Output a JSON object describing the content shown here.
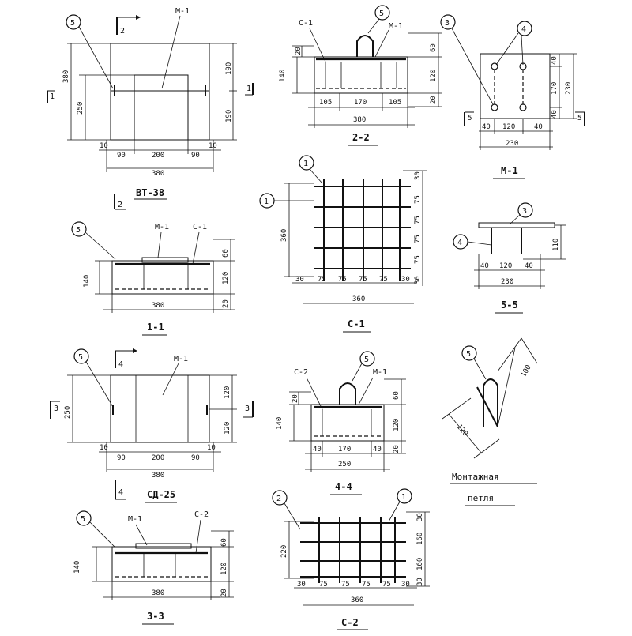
{
  "views": {
    "top_left": {
      "title": "ВТ-38",
      "mark": "М-1",
      "callout": "5",
      "cut_1": "1",
      "cut_2": "2",
      "dim_total": "380",
      "dim_left": "250",
      "dim_right_a": "190",
      "dim_right_b": "190",
      "dim_sub_a": "10",
      "dim_sub_b": "90",
      "dim_sub_c": "200",
      "dim_sub_d": "90",
      "dim_sub_e": "10",
      "dim_bottom": "380"
    },
    "section_2_2": {
      "title": "2-2",
      "mark_c": "С-1",
      "mark_m": "М-1",
      "callout": "5",
      "dim_left_a": "20",
      "dim_left_b": "140",
      "dim_r1": "60",
      "dim_r2": "120",
      "dim_r3": "20",
      "dim_b1": "105",
      "dim_b2": "170",
      "dim_b3": "105",
      "dim_total": "380"
    },
    "detail_m1": {
      "title": "М-1",
      "callout_a": "3",
      "callout_b": "4",
      "cut": "5",
      "dim_r1": "40",
      "dim_r2": "170",
      "dim_r3": "40",
      "dim_total": "230",
      "dim_b1": "40",
      "dim_b2": "120",
      "dim_b3": "40",
      "dim_b_total": "230"
    },
    "section_1_1": {
      "title": "1-1",
      "mark_m": "М-1",
      "mark_c": "С-1",
      "callout": "5",
      "dim_left": "140",
      "dim_r1": "60",
      "dim_r2": "120",
      "dim_r3": "20",
      "dim_total": "380"
    },
    "mesh_c1": {
      "title": "С-1",
      "callout_top": "1",
      "callout_left": "1",
      "dim_left": "360",
      "dim_r1": "30",
      "dim_r2": "75",
      "dim_r3": "75",
      "dim_r4": "75",
      "dim_r5": "75",
      "dim_r6": "30",
      "dim_b1": "30",
      "dim_b2": "75",
      "dim_b3": "75",
      "dim_b4": "75",
      "dim_b5": "75",
      "dim_b6": "30",
      "dim_total": "360"
    },
    "section_5_5": {
      "title": "5-5",
      "callout_a": "3",
      "callout_b": "4",
      "dim_right": "110",
      "dim_b1": "40",
      "dim_b2": "120",
      "dim_b3": "40",
      "dim_total": "230"
    },
    "bottom_left": {
      "title": "СД-25",
      "mark": "М-1",
      "callout": "5",
      "cut_3": "3",
      "cut_4": "4",
      "dim_left": "250",
      "dim_right_a": "120",
      "dim_right_b": "120",
      "dim_sub_a": "10",
      "dim_sub_b": "90",
      "dim_sub_c": "200",
      "dim_sub_d": "90",
      "dim_sub_e": "10",
      "dim_total": "380"
    },
    "section_4_4": {
      "title": "4-4",
      "mark_c": "С-2",
      "mark_m": "М-1",
      "callout": "5",
      "dim_left_a": "20",
      "dim_left_b": "140",
      "dim_r1": "60",
      "dim_r2": "120",
      "dim_r3": "20",
      "dim_b1": "40",
      "dim_b2": "170",
      "dim_b3": "40",
      "dim_total": "250"
    },
    "hook_detail": {
      "callout": "5",
      "dim_a": "100",
      "dim_b": "120",
      "caption_a": "Монтажная",
      "caption_b": "петля"
    },
    "section_3_3": {
      "title": "3-3",
      "mark_m": "М-1",
      "mark_c": "С-2",
      "callout": "5",
      "dim_left": "140",
      "dim_r1": "60",
      "dim_r2": "120",
      "dim_r3": "20",
      "dim_total": "380"
    },
    "mesh_c2": {
      "title": "С-2",
      "callout_left": "2",
      "callout_right": "1",
      "dim_left": "220",
      "dim_r1": "30",
      "dim_r2": "160",
      "dim_r3": "30",
      "dim_b1": "30",
      "dim_b2": "75",
      "dim_b3": "75",
      "dim_b4": "75",
      "dim_b5": "75",
      "dim_b6": "30",
      "dim_total": "360"
    }
  }
}
